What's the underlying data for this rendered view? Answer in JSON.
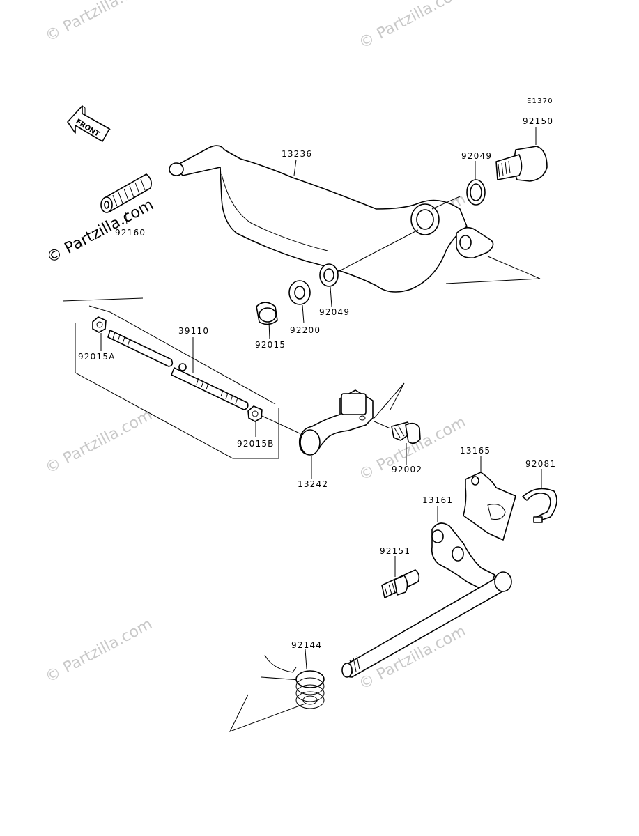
{
  "diagram_code": "E1370",
  "front_label": "FRONT",
  "watermark_text": "© Partzilla.com",
  "watermark_main_text": "© Partzilla.com",
  "parts": [
    {
      "id": "13236"
    },
    {
      "id": "92150"
    },
    {
      "id": "92049a",
      "label": "92049"
    },
    {
      "id": "92049b",
      "label": "92049"
    },
    {
      "id": "92160"
    },
    {
      "id": "92200"
    },
    {
      "id": "92015"
    },
    {
      "id": "39110"
    },
    {
      "id": "92015A"
    },
    {
      "id": "92015B"
    },
    {
      "id": "13242"
    },
    {
      "id": "92002"
    },
    {
      "id": "13165"
    },
    {
      "id": "92081"
    },
    {
      "id": "13161"
    },
    {
      "id": "92151"
    },
    {
      "id": "92144"
    }
  ],
  "labels": {
    "p13236": "13236",
    "p92150": "92150",
    "p92049a": "92049",
    "p92049b": "92049",
    "p92160": "92160",
    "p92200": "92200",
    "p92015": "92015",
    "p39110": "39110",
    "p92015A": "92015A",
    "p92015B": "92015B",
    "p13242": "13242",
    "p92002": "92002",
    "p13165": "13165",
    "p92081": "92081",
    "p13161": "13161",
    "p92151": "92151",
    "p92144": "92144"
  },
  "colors": {
    "line": "#000000",
    "background": "#ffffff",
    "watermark": "#c8c8c8"
  }
}
